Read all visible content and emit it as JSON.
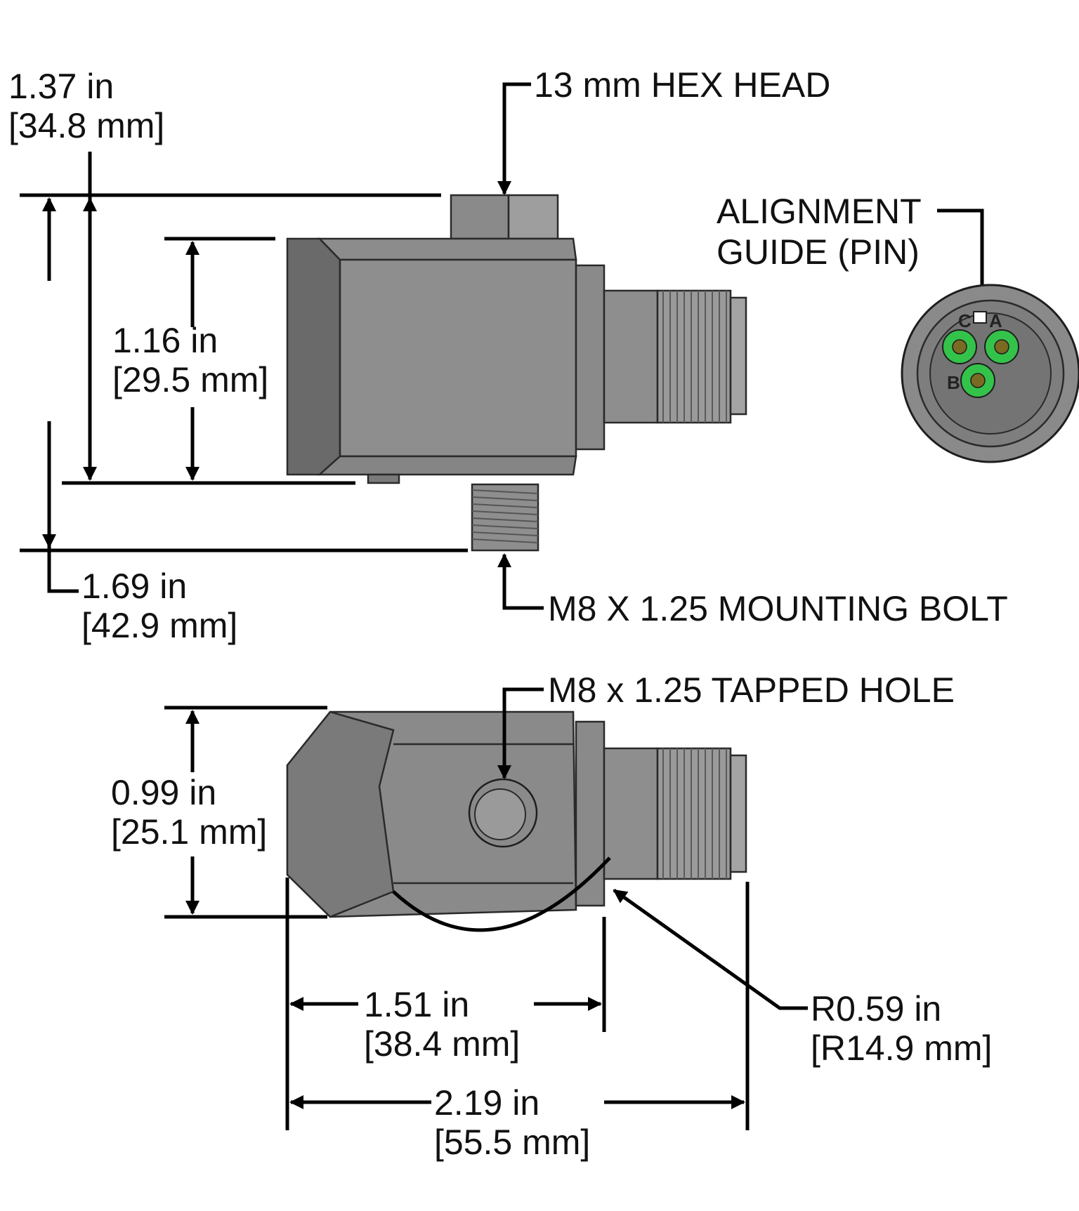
{
  "colors": {
    "body_light": "#9b9b9b",
    "body_mid": "#8a8a8a",
    "body_dark": "#707070",
    "body_darker": "#5e5e5e",
    "pin_green": "#34c34a",
    "pin_core": "#7b6a22",
    "dimension_line": "#000000"
  },
  "icons": [
    "sensor-side-view",
    "sensor-top-view",
    "connector-end-view"
  ],
  "callouts": {
    "hex_head": "13 mm HEX HEAD",
    "alignment_line1": "ALIGNMENT",
    "alignment_line2": "GUIDE (PIN)",
    "mounting_bolt": "M8 X 1.25 MOUNTING BOLT",
    "tapped_hole": "M8 x 1.25 TAPPED HOLE"
  },
  "connector_pins": {
    "a": "A",
    "b": "B",
    "c": "C"
  },
  "dimensions": {
    "overall_height_in": "1.37 in",
    "overall_height_mm": "[34.8 mm]",
    "body_height_in": "1.16 in",
    "body_height_mm": "[29.5 mm]",
    "total_height_in": "1.69 in",
    "total_height_mm": "[42.9 mm]",
    "body_width_in": "0.99 in",
    "body_width_mm": "[25.1 mm]",
    "body_length_in": "1.51 in",
    "body_length_mm": "[38.4 mm]",
    "total_length_in": "2.19 in",
    "total_length_mm": "[55.5 mm]",
    "radius_in": "R0.59 in",
    "radius_mm": "[R14.9 mm]"
  }
}
